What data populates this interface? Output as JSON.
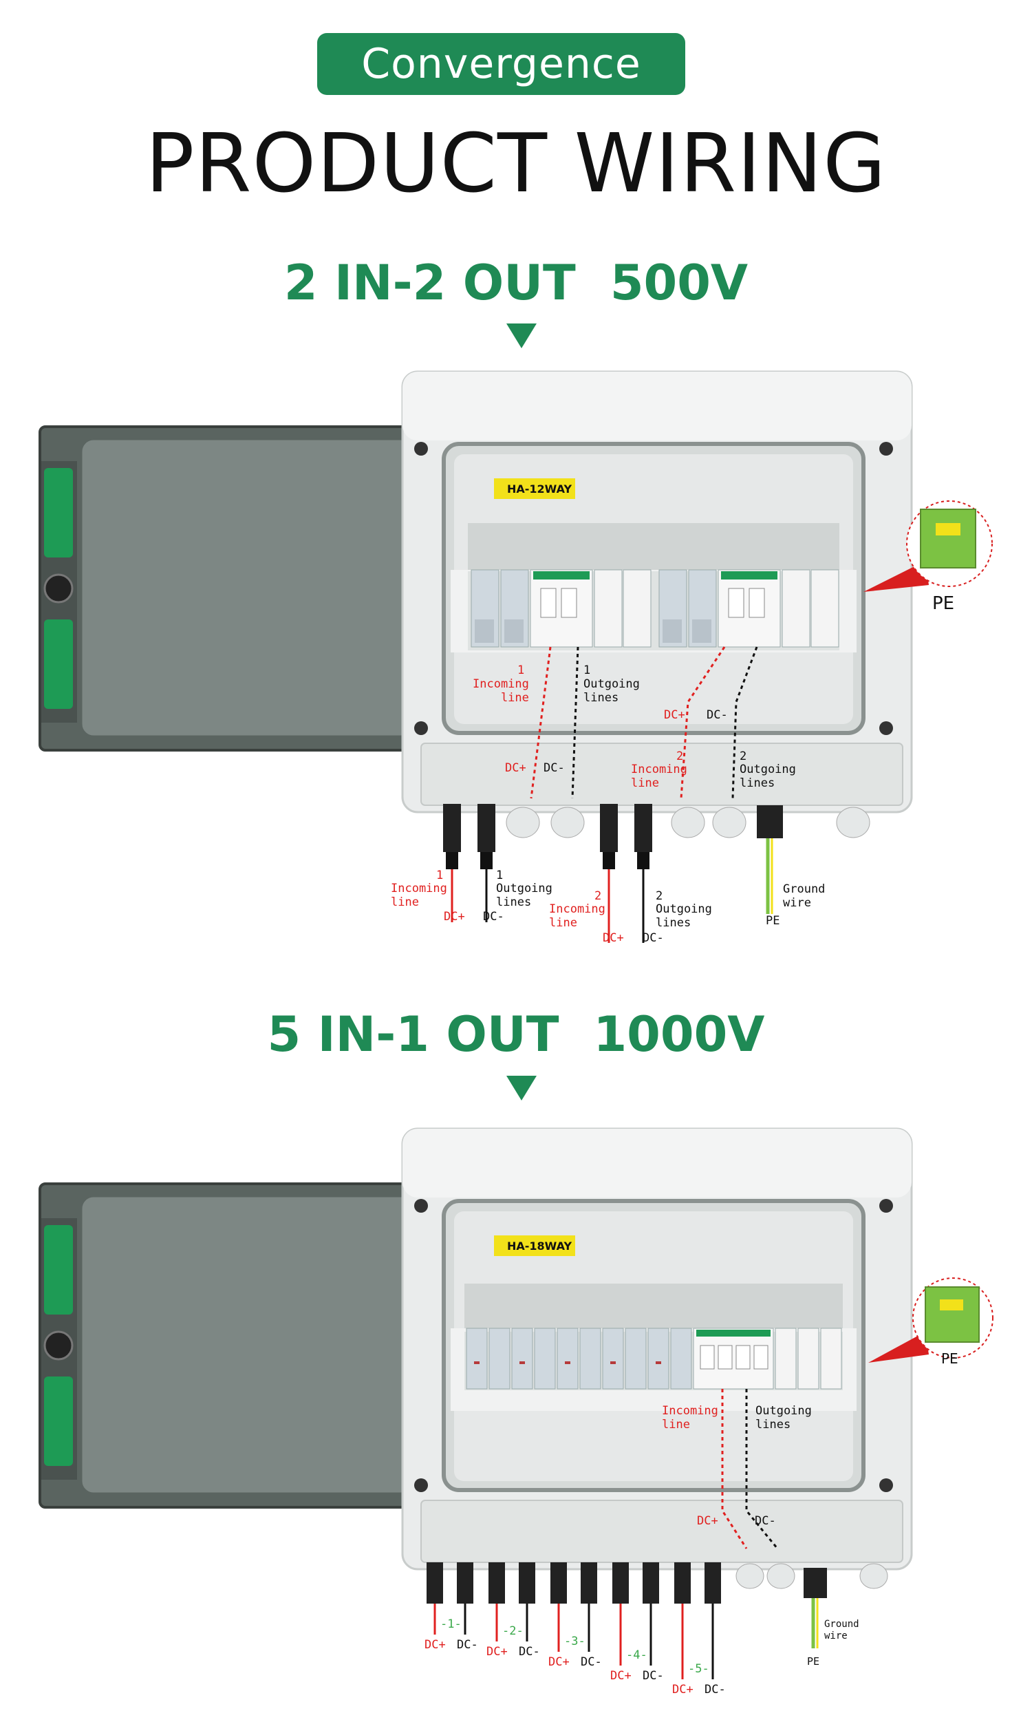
{
  "header": {
    "badge": "Convergence box",
    "title": "PRODUCT WIRING"
  },
  "section1": {
    "title_a": "2 IN-2 OUT",
    "title_b": "500V",
    "box_label": "HA-12WAY",
    "pe": "PE",
    "labels": {
      "in1_num": "1",
      "in1_text": "Incoming\nline",
      "out1_num": "1",
      "out1_text": "Outgoing\nlines",
      "dcplus_a": "DC+",
      "dcminus_a": "DC-",
      "dcplus_b": "DC+",
      "dcminus_b": "DC-",
      "in2_num": "2",
      "in2_text": "Incoming\nline",
      "out2_num": "2",
      "out2_text": "Outgoing\nlines",
      "b_in1_num": "1",
      "b_in1_text": "Incoming\nline",
      "b_in1_dc": "DC+",
      "b_out1_num": "1",
      "b_out1_text": "Outgoing\nlines",
      "b_out1_dc": "DC-",
      "b_in2_num": "2",
      "b_in2_text": "Incoming\nline",
      "b_in2_dc": "DC+",
      "b_out2_num": "2",
      "b_out2_text": "Outgoing\nlines",
      "b_out2_dc": "DC-",
      "ground": "Ground\nwire",
      "ground_pe": "PE"
    }
  },
  "section2": {
    "title_a": "5 IN-1 OUT",
    "title_b": "1000V",
    "box_label": "HA-18WAY",
    "pe": "PE",
    "labels": {
      "in_text": "Incoming\nline",
      "out_text": "Outgoing\nlines",
      "dcplus": "DC+",
      "dcminus": "DC-",
      "n1": "-1-",
      "n2": "-2-",
      "n3": "-3-",
      "n4": "-4-",
      "n5": "-5-",
      "p1": "DC+",
      "m1": "DC-",
      "p2": "DC+",
      "m2": "DC-",
      "p3": "DC+",
      "m3": "DC-",
      "p4": "DC+",
      "m4": "DC-",
      "p5": "DC+",
      "m5": "DC-",
      "ground": "Ground\nwire",
      "ground_pe": "PE"
    }
  },
  "colors": {
    "brand_green": "#1f8a55",
    "dc_plus": "#e0201f",
    "dc_minus": "#111111",
    "label_yellow": "#f2e11a"
  }
}
